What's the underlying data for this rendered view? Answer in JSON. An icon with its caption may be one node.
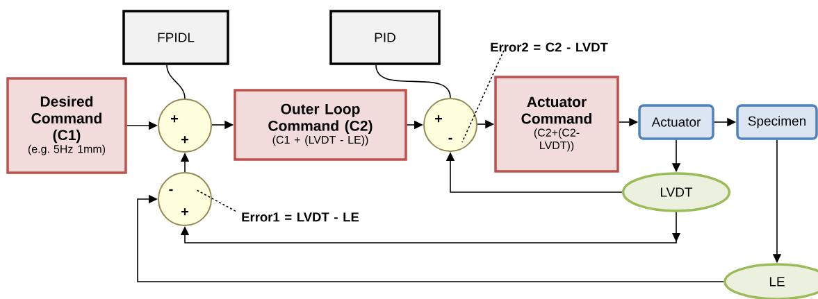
{
  "diagram": {
    "nodes": [
      {
        "text": [
          "FPIDL"
        ]
      },
      {
        "text": [
          "PID"
        ]
      },
      {
        "text": [
          "Desired Command (C1)",
          "(e.g. 5Hz 1mm)"
        ]
      },
      {
        "text": [
          "+",
          "+"
        ]
      },
      {
        "text": [
          "Outer Loop Command (C2)",
          "(C1 + (LVDT - LE))"
        ]
      },
      {
        "text": [
          "+",
          "-"
        ]
      },
      {
        "text": [
          "Actuator Command",
          "(C2+(C2- LVDT))"
        ]
      },
      {
        "text": [
          "Actuator"
        ]
      },
      {
        "text": [
          "Specimen"
        ]
      },
      {
        "text": [
          "-",
          "+"
        ]
      },
      {
        "text": [
          "LVDT"
        ]
      },
      {
        "text": [
          "LE"
        ]
      },
      {
        "text": [
          "Error2 = C2 - LVDT"
        ]
      },
      {
        "text": [
          "Error1 = LVDT - LE"
        ]
      }
    ],
    "edges": [
      {
        "from": 0,
        "to": 3,
        "arrow": "none"
      },
      {
        "from": 1,
        "to": 5,
        "arrow": "none"
      },
      {
        "from": 2,
        "to": 3,
        "arrow": "to"
      },
      {
        "from": 3,
        "to": 4,
        "arrow": "to"
      },
      {
        "from": 4,
        "to": 5,
        "arrow": "to"
      },
      {
        "from": 5,
        "to": 6,
        "arrow": "to"
      },
      {
        "from": 6,
        "to": 7,
        "arrow": "to"
      },
      {
        "from": 7,
        "to": 8,
        "arrow": "to"
      },
      {
        "from": 7,
        "to": 10,
        "arrow": "to"
      },
      {
        "from": 10,
        "to": 5,
        "arrow": "to"
      },
      {
        "from": 10,
        "to": 9,
        "arrow": "to"
      },
      {
        "from": 8,
        "to": 11,
        "arrow": "to"
      },
      {
        "from": 11,
        "to": 9,
        "arrow": "to"
      },
      {
        "from": 9,
        "to": 3,
        "arrow": "to"
      },
      {
        "from": 12,
        "to": 5,
        "arrow": "none",
        "style": "dashed"
      },
      {
        "from": 13,
        "to": 9,
        "arrow": "none",
        "style": "dashed"
      }
    ]
  }
}
